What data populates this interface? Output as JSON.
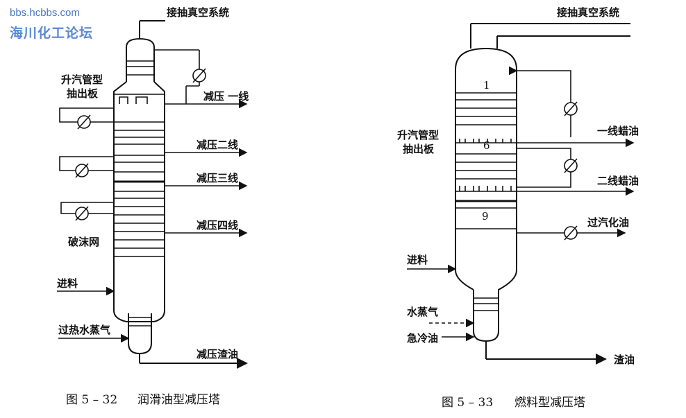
{
  "watermark": {
    "url": "bbs.hcbbs.com",
    "name": "海川化工论坛"
  },
  "fig1": {
    "vacuum": "接抽真空系统",
    "drawoff_board_line1": "升汽管型",
    "drawoff_board_line2": "抽出板",
    "product1": "减压 一线",
    "product2": "减压二线",
    "product3": "减压三线",
    "product4": "减压四线",
    "demister": "破沫网",
    "feed": "进料",
    "steam": "过热水蒸气",
    "residue": "减压渣油",
    "caption_no": "图 5 – 32",
    "caption_title": "润滑油型减压塔"
  },
  "fig2": {
    "vacuum": "接抽真空系统",
    "drawoff_board_line1": "升汽管型",
    "drawoff_board_line2": "抽出板",
    "tray1": "1",
    "tray6": "6",
    "tray9": "9",
    "product1": "一线蜡油",
    "product2": "二线蜡油",
    "overflash": "过汽化油",
    "feed": "进料",
    "steam": "水蒸气",
    "quench": "急冷油",
    "residue": "渣油",
    "caption_no": "图 5 – 33",
    "caption_title": "燃料型减压塔"
  }
}
